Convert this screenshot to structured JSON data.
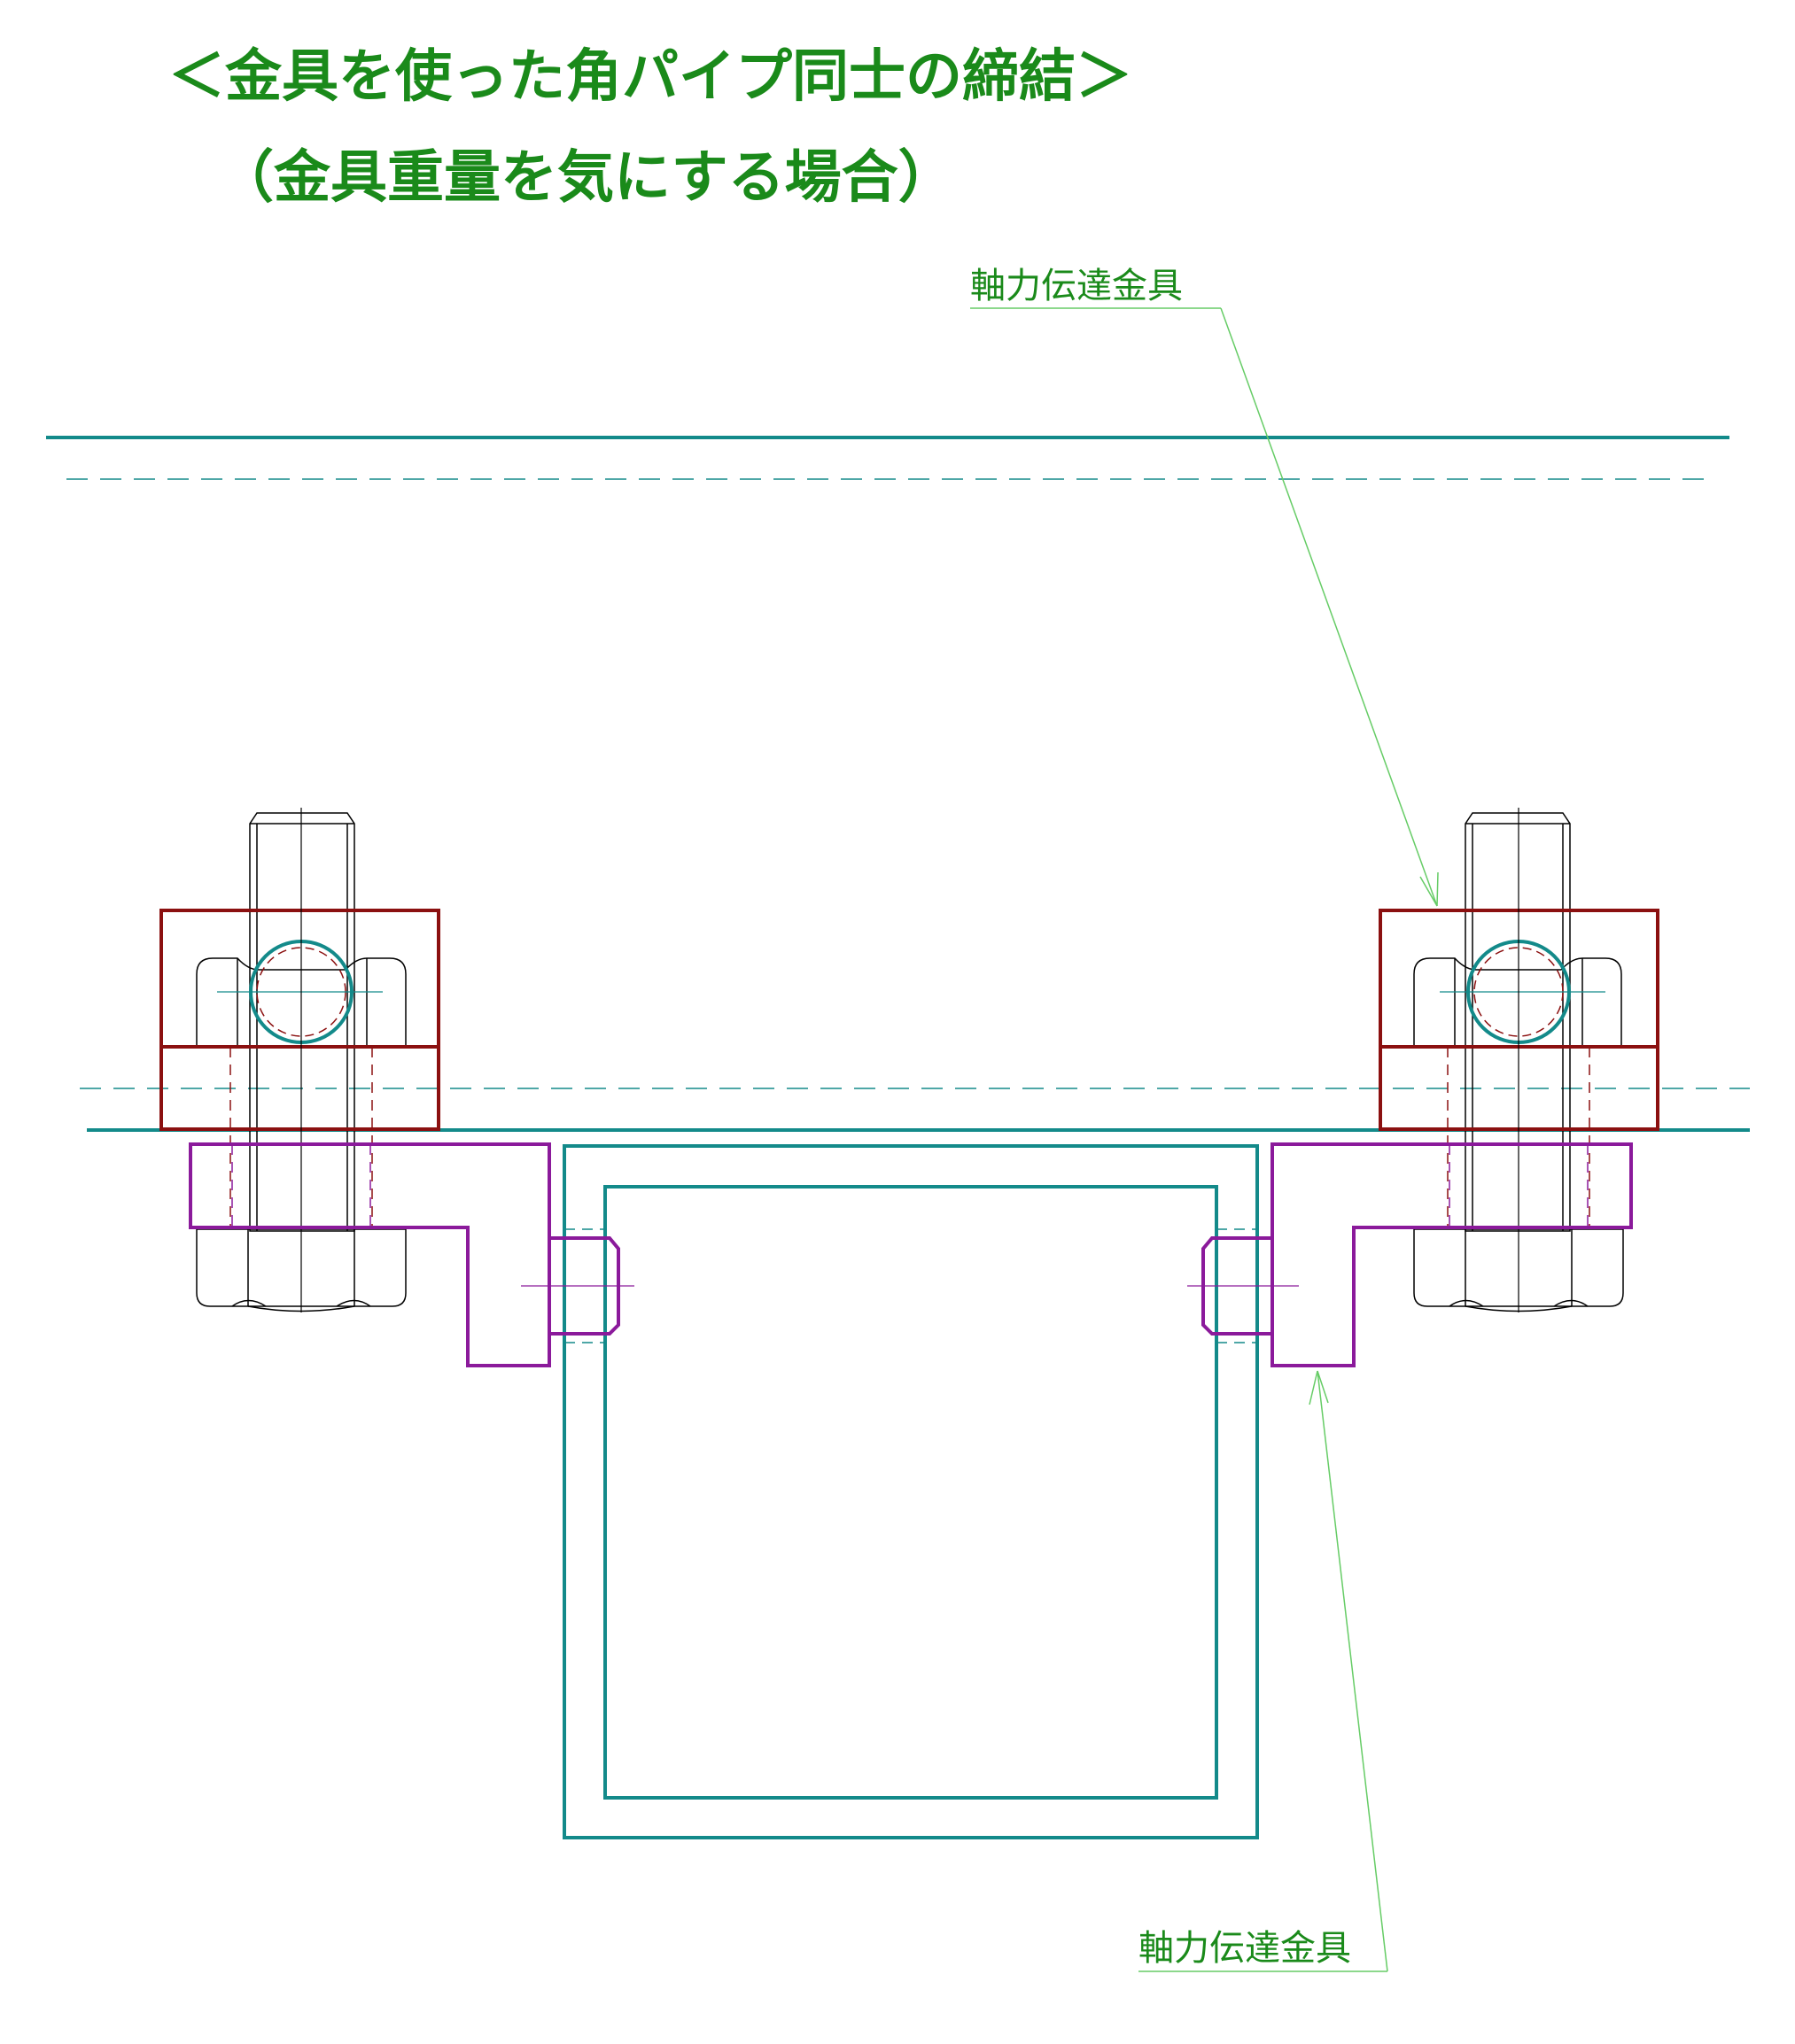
{
  "title": {
    "line1": "＜金具を使った角パイプ同士の締結＞",
    "line2": "（金具重量を気にする場合）"
  },
  "labels": {
    "top": "軸力伝達金具",
    "bottom": "軸力伝達金具"
  },
  "colors": {
    "title": "#1a8a1a",
    "label": "#1a8a1a",
    "leader": "#66cc66",
    "pipe": "#138a8a",
    "bracket_red": "#8b1010",
    "fitting_purple": "#8b1a9b",
    "bolt": "#000000",
    "centerline": "#8b1a9b"
  }
}
